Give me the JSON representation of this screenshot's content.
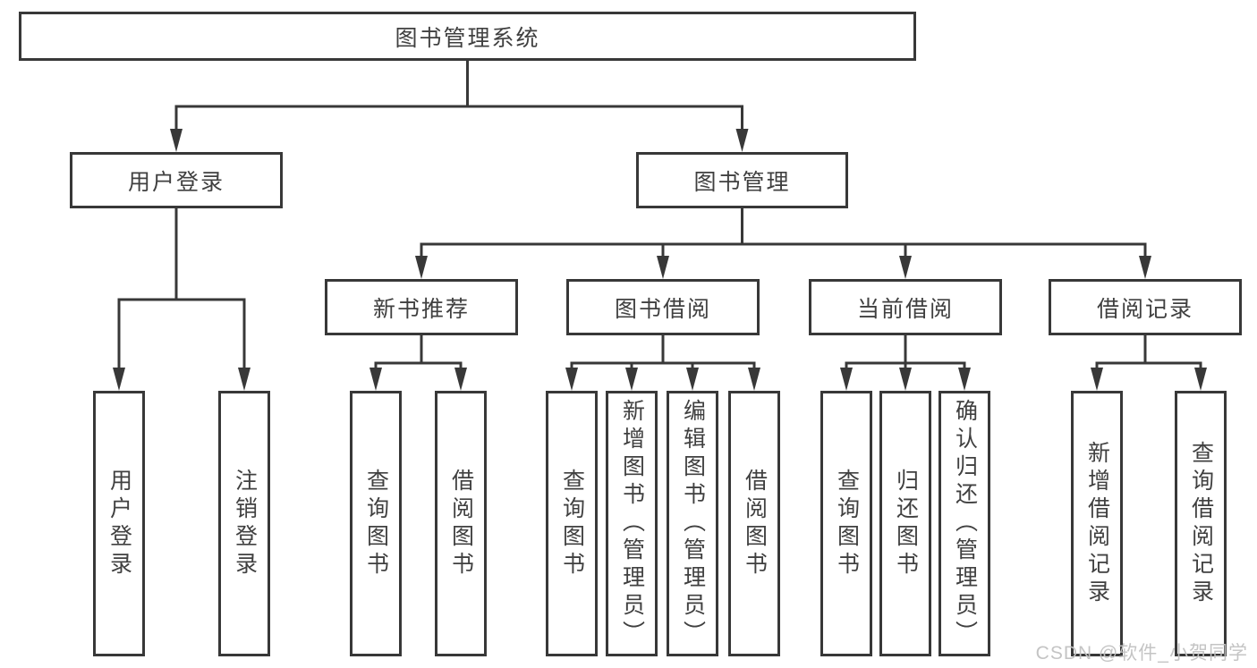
{
  "diagram_title": "图书管理系统",
  "watermark": "CSDN @软件_小贺同学",
  "colors": {
    "line": "#383838",
    "box_border": "#383838",
    "box_fill": "#ffffff",
    "text": "#404040",
    "watermark": "#c1c1c1"
  },
  "nodes": {
    "root": {
      "label": "图书管理系统"
    },
    "user_login": {
      "label": "用户登录"
    },
    "book_mgmt": {
      "label": "图书管理"
    },
    "new_books": {
      "label": "新书推荐"
    },
    "book_borrow": {
      "label": "图书借阅"
    },
    "current_borrow": {
      "label": "当前借阅"
    },
    "borrow_records": {
      "label": "借阅记录"
    },
    "leaf_user_login": {
      "label": "用户登录"
    },
    "leaf_logout": {
      "label": "注销登录"
    },
    "leaf_nb_query": {
      "label": "查询图书"
    },
    "leaf_nb_borrow": {
      "label": "借阅图书"
    },
    "leaf_bw_query": {
      "label": "查询图书"
    },
    "leaf_bw_add": {
      "label": "新增图书（管理员）"
    },
    "leaf_bw_edit": {
      "label": "编辑图书（管理员）"
    },
    "leaf_bw_borrow": {
      "label": "借阅图书"
    },
    "leaf_cur_query": {
      "label": "查询图书"
    },
    "leaf_cur_return": {
      "label": "归还图书"
    },
    "leaf_cur_confirm": {
      "label": "确认归还（管理员）"
    },
    "leaf_rec_add": {
      "label": "新增借阅记录"
    },
    "leaf_rec_query": {
      "label": "查询借阅记录"
    }
  },
  "edges": [
    {
      "parent": "root",
      "children": [
        "user_login",
        "book_mgmt"
      ]
    },
    {
      "parent": "user_login",
      "children": [
        "leaf_user_login",
        "leaf_logout"
      ]
    },
    {
      "parent": "book_mgmt",
      "children": [
        "new_books",
        "book_borrow",
        "current_borrow",
        "borrow_records"
      ]
    },
    {
      "parent": "new_books",
      "children": [
        "leaf_nb_query",
        "leaf_nb_borrow"
      ]
    },
    {
      "parent": "book_borrow",
      "children": [
        "leaf_bw_query",
        "leaf_bw_add",
        "leaf_bw_edit",
        "leaf_bw_borrow"
      ]
    },
    {
      "parent": "current_borrow",
      "children": [
        "leaf_cur_query",
        "leaf_cur_return",
        "leaf_cur_confirm"
      ]
    },
    {
      "parent": "borrow_records",
      "children": [
        "leaf_rec_add",
        "leaf_rec_query"
      ]
    }
  ]
}
